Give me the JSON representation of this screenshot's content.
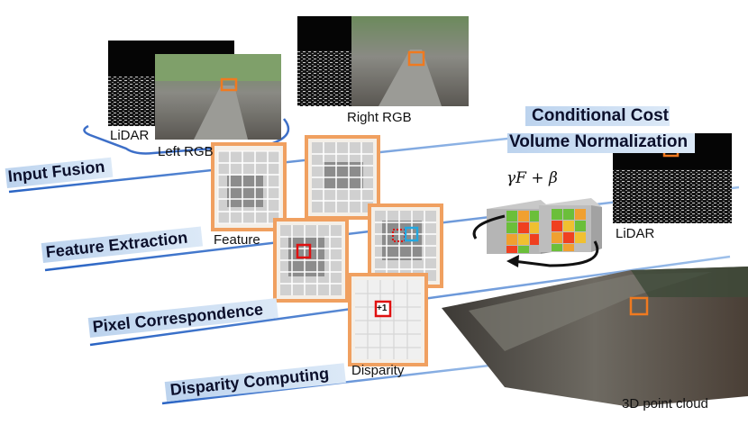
{
  "stages": {
    "input_fusion": "Input Fusion",
    "feature_extraction": "Feature Extraction",
    "pixel_correspondence": "Pixel Correspondence",
    "disparity_computing": "Disparity Computing"
  },
  "inputs": {
    "lidar_top": "LiDAR",
    "left_rgb": "Left RGB",
    "right_rgb": "Right RGB"
  },
  "cost_volume": {
    "title_line1": "Conditional Cost",
    "title_line2": "Volume Normalization",
    "formula": "γF + β",
    "lidar_right": "LiDAR"
  },
  "grids": {
    "feature": "Feature",
    "disparity": "Disparity",
    "disparity_cell": "+1"
  },
  "output": {
    "point_cloud": "3D point cloud"
  },
  "colors": {
    "orange": "#f0a060",
    "band_blue": "#2a64c4",
    "highlight_red": "#e01010",
    "highlight_cyan": "#22a8e0"
  }
}
